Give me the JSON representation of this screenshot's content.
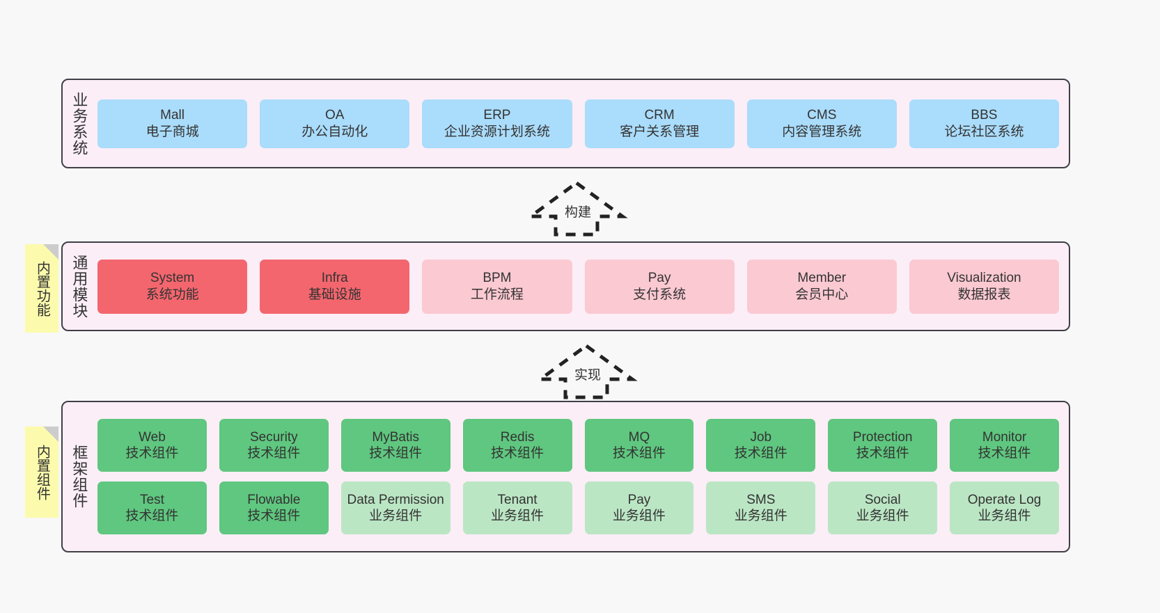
{
  "diagram": {
    "background_color": "#f8f8f8",
    "layer_fill": "#fbeef7",
    "layer_border": "#3f3f46",
    "sticky_color": "#fcfbad"
  },
  "layers": {
    "business": {
      "title": "业务系统",
      "color": "#aadcfb",
      "items": [
        {
          "en": "Mall",
          "cn": "电子商城"
        },
        {
          "en": "OA",
          "cn": "办公自动化"
        },
        {
          "en": "ERP",
          "cn": "企业资源计划系统"
        },
        {
          "en": "CRM",
          "cn": "客户关系管理"
        },
        {
          "en": "CMS",
          "cn": "内容管理系统"
        },
        {
          "en": "BBS",
          "cn": "论坛社区系统"
        }
      ]
    },
    "modules": {
      "title": "通用模块",
      "sticky": "内置功能",
      "items": [
        {
          "en": "System",
          "cn": "系统功能",
          "variant": "c-red"
        },
        {
          "en": "Infra",
          "cn": "基础设施",
          "variant": "c-red"
        },
        {
          "en": "BPM",
          "cn": "工作流程",
          "variant": "c-pink"
        },
        {
          "en": "Pay",
          "cn": "支付系统",
          "variant": "c-pink"
        },
        {
          "en": "Member",
          "cn": "会员中心",
          "variant": "c-pink"
        },
        {
          "en": "Visualization",
          "cn": "数据报表",
          "variant": "c-pink"
        }
      ]
    },
    "framework": {
      "title": "框架组件",
      "sticky": "内置组件",
      "row1": [
        {
          "en": "Web",
          "cn": "技术组件",
          "variant": "c-green"
        },
        {
          "en": "Security",
          "cn": "技术组件",
          "variant": "c-green"
        },
        {
          "en": "MyBatis",
          "cn": "技术组件",
          "variant": "c-green"
        },
        {
          "en": "Redis",
          "cn": "技术组件",
          "variant": "c-green"
        },
        {
          "en": "MQ",
          "cn": "技术组件",
          "variant": "c-green"
        },
        {
          "en": "Job",
          "cn": "技术组件",
          "variant": "c-green"
        },
        {
          "en": "Protection",
          "cn": "技术组件",
          "variant": "c-green"
        },
        {
          "en": "Monitor",
          "cn": "技术组件",
          "variant": "c-green"
        }
      ],
      "row2": [
        {
          "en": "Test",
          "cn": "技术组件",
          "variant": "c-green"
        },
        {
          "en": "Flowable",
          "cn": "技术组件",
          "variant": "c-green"
        },
        {
          "en": "Data Permission",
          "cn": "业务组件",
          "variant": "c-lightgreen"
        },
        {
          "en": "Tenant",
          "cn": "业务组件",
          "variant": "c-lightgreen"
        },
        {
          "en": "Pay",
          "cn": "业务组件",
          "variant": "c-lightgreen"
        },
        {
          "en": "SMS",
          "cn": "业务组件",
          "variant": "c-lightgreen"
        },
        {
          "en": "Social",
          "cn": "业务组件",
          "variant": "c-lightgreen"
        },
        {
          "en": "Operate Log",
          "cn": "业务组件",
          "variant": "c-lightgreen"
        }
      ]
    }
  },
  "arrows": [
    {
      "name": "build",
      "label": "构建"
    },
    {
      "name": "implement",
      "label": "实现"
    }
  ]
}
